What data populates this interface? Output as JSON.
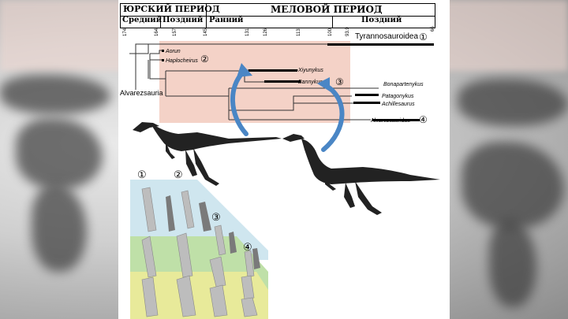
{
  "header": {
    "jurassic": "ЮРСКИЙ ПЕРИОД",
    "cretaceous": "МЕЛОВОЙ ПЕРИОД",
    "middle": "Средний",
    "late": "Поздний",
    "early": "Ранний",
    "late2": "Поздний"
  },
  "timescale": {
    "ticks": [
      "174",
      "164",
      "157",
      "145",
      "131",
      "126",
      "113",
      "100",
      "93.9",
      "66"
    ]
  },
  "tree": {
    "clade_label": "Alvarezsauria",
    "taxa": {
      "tyrannosauroidea": "Tyrannosauroidea",
      "aorun": "Aorun",
      "haplocheirus": "Haplocheirus",
      "xiyunykus": "Xiyunykus",
      "bannykus": "Bannykus",
      "bonapartenykus": "Bonapartenykus",
      "patagonykus": "Patagonykus",
      "achillesaurus": "Achillesaurus",
      "alvarezsauridae": "Alvarezsauridae"
    },
    "markers": [
      "①",
      "②",
      "③",
      "④"
    ]
  },
  "colors": {
    "highlight": "#f4d2c7",
    "arrow": "#4a86c5",
    "band_blue": "#cfe6ef",
    "band_green": "#bfe0a8",
    "band_yellow": "#e8ea9a"
  }
}
